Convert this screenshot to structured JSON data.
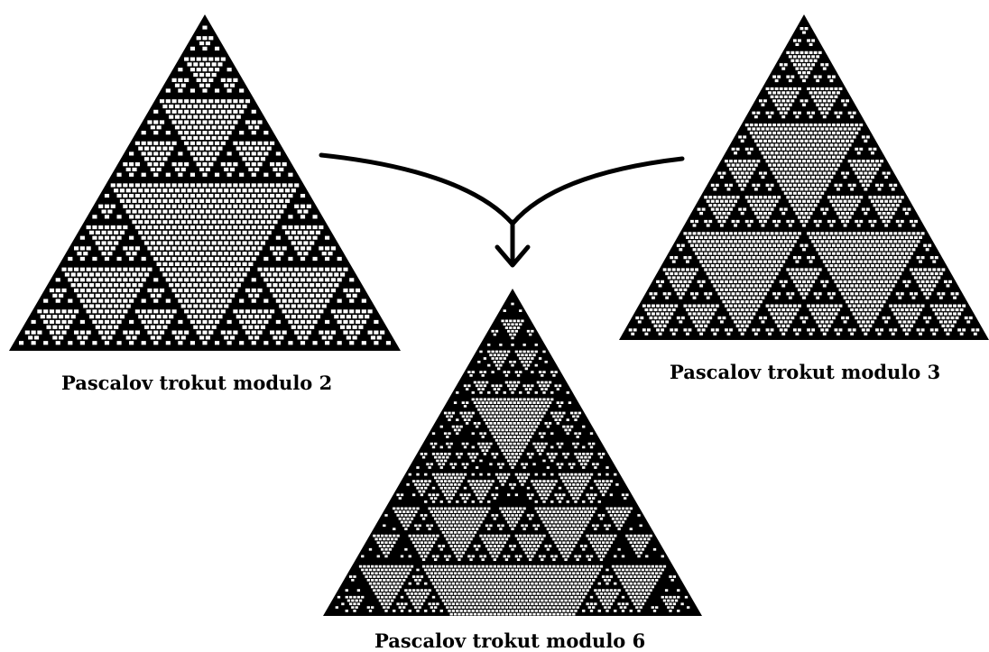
{
  "colors": {
    "background": "#ffffff",
    "ink": "#000000"
  },
  "triangles": [
    {
      "id": "mod2",
      "modulus": 2,
      "rows": 64,
      "caption": "Pascalov trokut modulo 2"
    },
    {
      "id": "mod3",
      "modulus": 3,
      "rows": 81,
      "caption": "Pascalov trokut modulo 3"
    },
    {
      "id": "mod6",
      "modulus": 6,
      "rows": 96,
      "caption": "Pascalov trokut modulo 6"
    }
  ],
  "connector": {
    "icon": "merge-arrow-icon"
  }
}
